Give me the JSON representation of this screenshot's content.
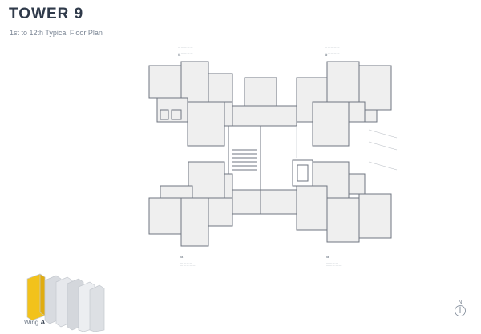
{
  "title": "TOWER 9",
  "subtitle": "1st to 12th Typical Floor Plan",
  "units": [
    {
      "id": "unit-top-left",
      "code": "01"
    },
    {
      "id": "unit-top-right",
      "code": "02"
    },
    {
      "id": "unit-bottom-left",
      "code": "04"
    },
    {
      "id": "unit-bottom-right",
      "code": "03"
    }
  ],
  "wing": {
    "prefix": "Wing",
    "name": "A"
  },
  "compass": {
    "letter": "N"
  },
  "colors": {
    "title": "#2f3a4a",
    "wall": "#6f7680",
    "floor": "#ececec",
    "highlight": "#f2c21b"
  }
}
